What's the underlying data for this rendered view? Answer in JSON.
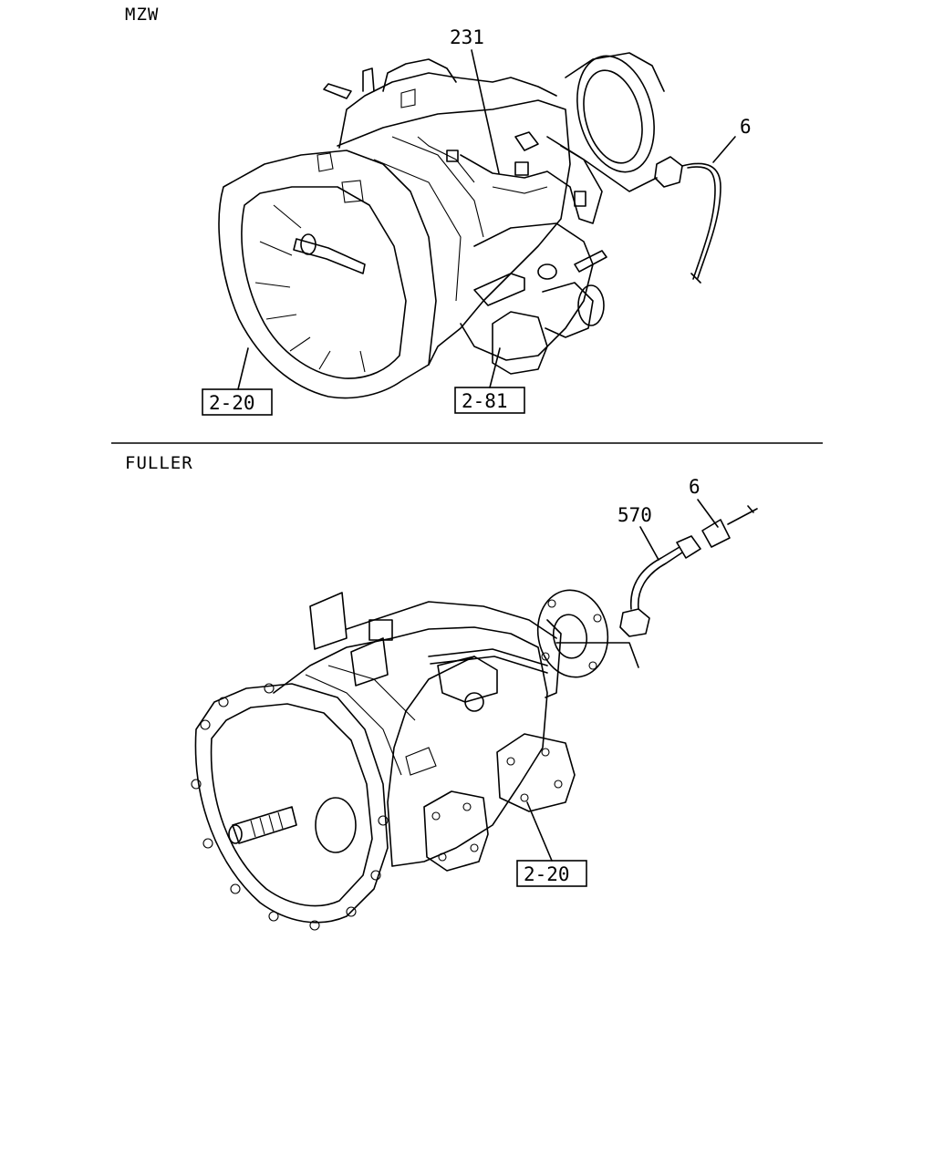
{
  "sections": [
    {
      "title": "MZW",
      "callouts": [
        {
          "text": "231",
          "boxed": false
        },
        {
          "text": "6",
          "boxed": false
        },
        {
          "text": "2-20",
          "boxed": true
        },
        {
          "text": "2-81",
          "boxed": true
        }
      ]
    },
    {
      "title": "FULLER",
      "callouts": [
        {
          "text": "6",
          "boxed": false
        },
        {
          "text": "570",
          "boxed": false
        },
        {
          "text": "2-20",
          "boxed": true
        }
      ]
    }
  ]
}
